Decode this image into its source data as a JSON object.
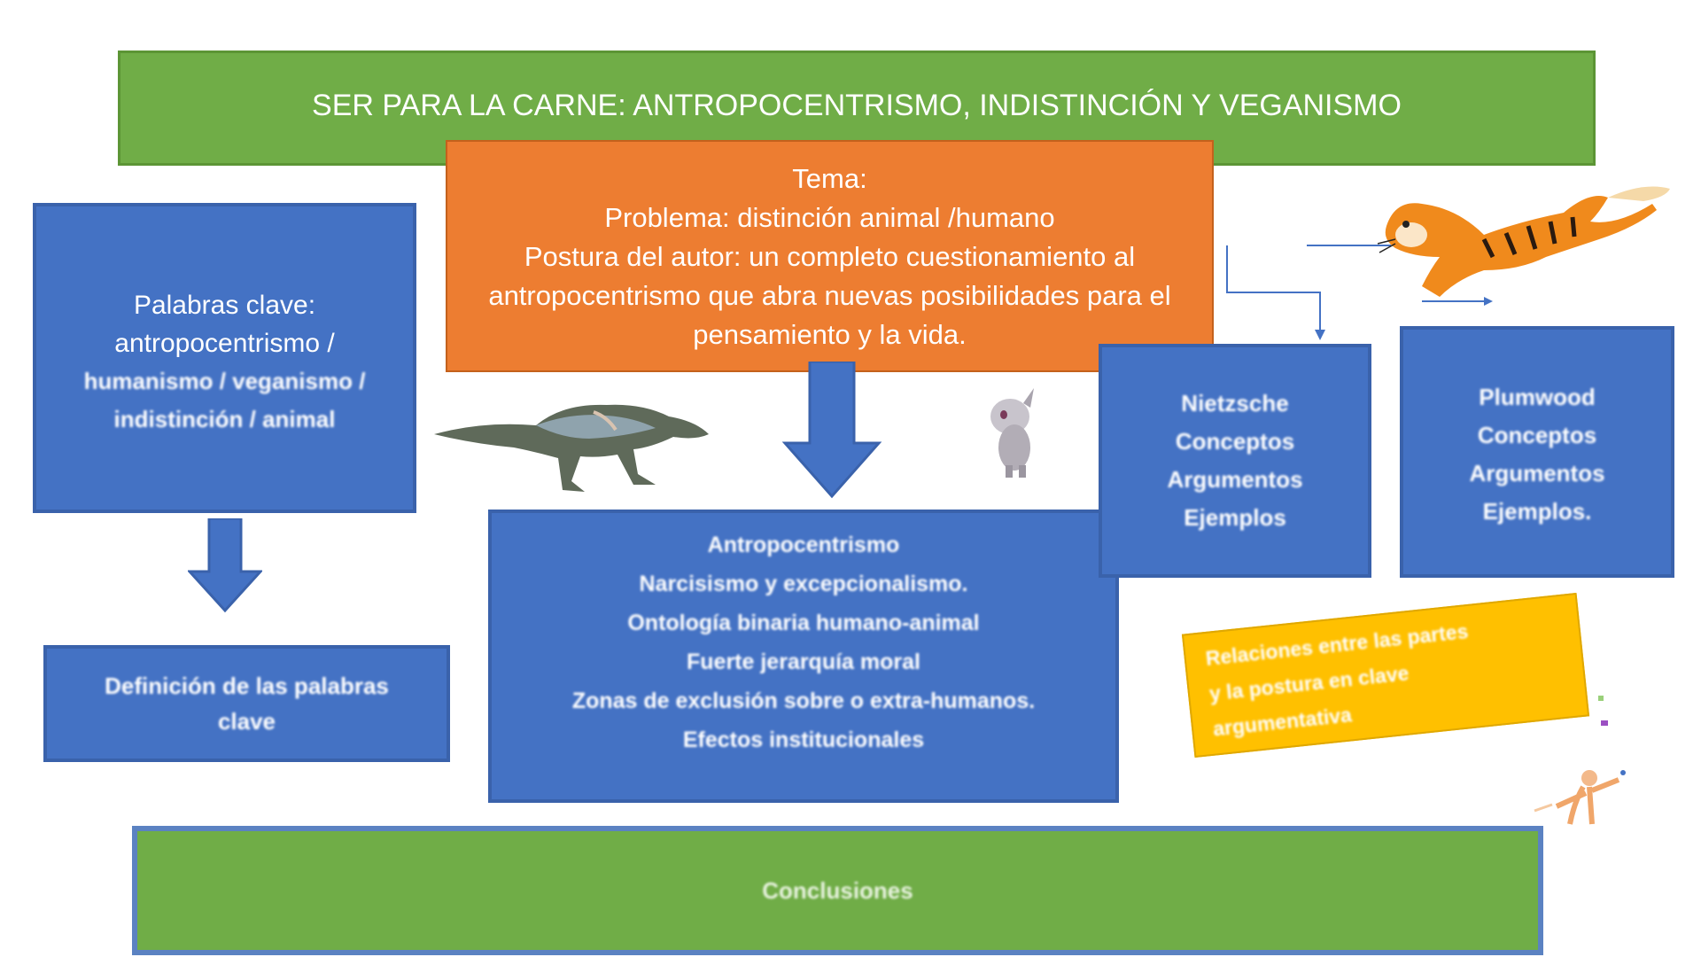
{
  "title": "SER PARA LA CARNE: ANTROPOCENTRISMO, INDISTINCIÓN Y VEGANISMO",
  "tema": {
    "lines": [
      "Tema:",
      "Problema: distinción animal /humano",
      "Postura del autor: un completo cuestionamiento al",
      "antropocentrismo que abra nuevas posibilidades para el",
      "pensamiento y la vida."
    ]
  },
  "palabras_clave": {
    "lines": [
      "Palabras clave:",
      "antropocentrismo /",
      "humanismo / veganismo /",
      "indistinción / animal"
    ]
  },
  "definicion": {
    "lines": [
      "Definición de las palabras",
      "clave"
    ]
  },
  "antropocentrismo": {
    "lines": [
      "Antropocentrismo",
      "Narcisismo y excepcionalismo.",
      "Ontología binaria humano-animal",
      "Fuerte jerarquía moral",
      "Zonas de exclusión sobre o extra-humanos.",
      "Efectos institucionales"
    ]
  },
  "nietzsche": {
    "lines": [
      "Nietzsche",
      "Conceptos",
      "Argumentos",
      "Ejemplos"
    ]
  },
  "plumwood": {
    "lines": [
      "Plumwood",
      "Conceptos",
      "Argumentos",
      "Ejemplos."
    ]
  },
  "relaciones": {
    "lines": [
      "Relaciones entre las partes",
      "y la postura en clave",
      "argumentativa"
    ]
  },
  "conclusiones": "Conclusiones",
  "colors": {
    "green": "#70ad47",
    "blue": "#4472c4",
    "orange": "#ed7d31",
    "yellow": "#ffc000"
  }
}
